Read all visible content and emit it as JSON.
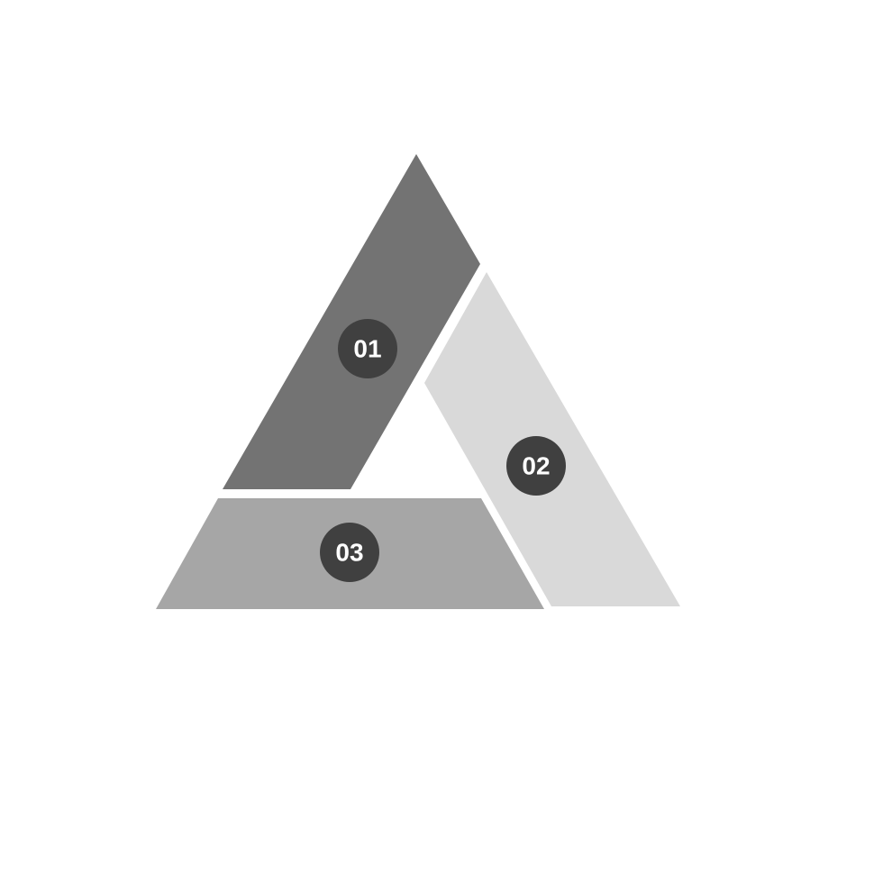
{
  "segments": [
    {
      "label": "01",
      "fill": "#737373",
      "badge_color": "#404040",
      "text_color": "#ffffff"
    },
    {
      "label": "02",
      "fill": "#d9d9d9",
      "badge_color": "#404040",
      "text_color": "#ffffff"
    },
    {
      "label": "03",
      "fill": "#a6a6a6",
      "badge_color": "#404040",
      "text_color": "#ffffff"
    }
  ],
  "background": "#ffffff"
}
